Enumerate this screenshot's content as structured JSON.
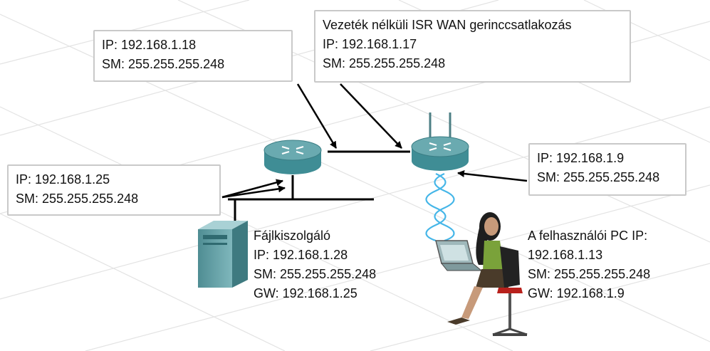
{
  "router_left": {
    "ip": "IP: 192.168.1.18",
    "sm": "SM: 255.255.255.248"
  },
  "wireless_isr": {
    "title": "Vezeték nélküli ISR WAN gerinccsatlakozás",
    "ip": "IP: 192.168.1.17",
    "sm": "SM: 255.255.255.248"
  },
  "router_lan": {
    "ip": "IP: 192.168.1.25",
    "sm": "SM: 255.255.255.248"
  },
  "isr_lan": {
    "ip": "IP: 192.168.1.9",
    "sm": "SM: 255.255.255.248"
  },
  "file_server": {
    "name": "Fájlkiszolgáló",
    "ip": "IP: 192.168.1.28",
    "sm": "SM: 255.255.255.248",
    "gw": "GW: 192.168.1.25"
  },
  "user_pc": {
    "name": "A felhasználói PC IP:",
    "ip": "192.168.1.13",
    "sm": "SM: 255.255.255.248",
    "gw": "GW: 192.168.1.9"
  },
  "colors": {
    "router_body": "#3f8d95",
    "router_top": "#6aaab0",
    "server_body": "#5d9ba1",
    "box_border": "#c9c9c9",
    "grid": "#e3e3e3",
    "wireless": "#45b6e8"
  },
  "icons": [
    "router-icon",
    "wireless-router-icon",
    "server-icon",
    "laptop-icon",
    "user-figure-icon"
  ]
}
